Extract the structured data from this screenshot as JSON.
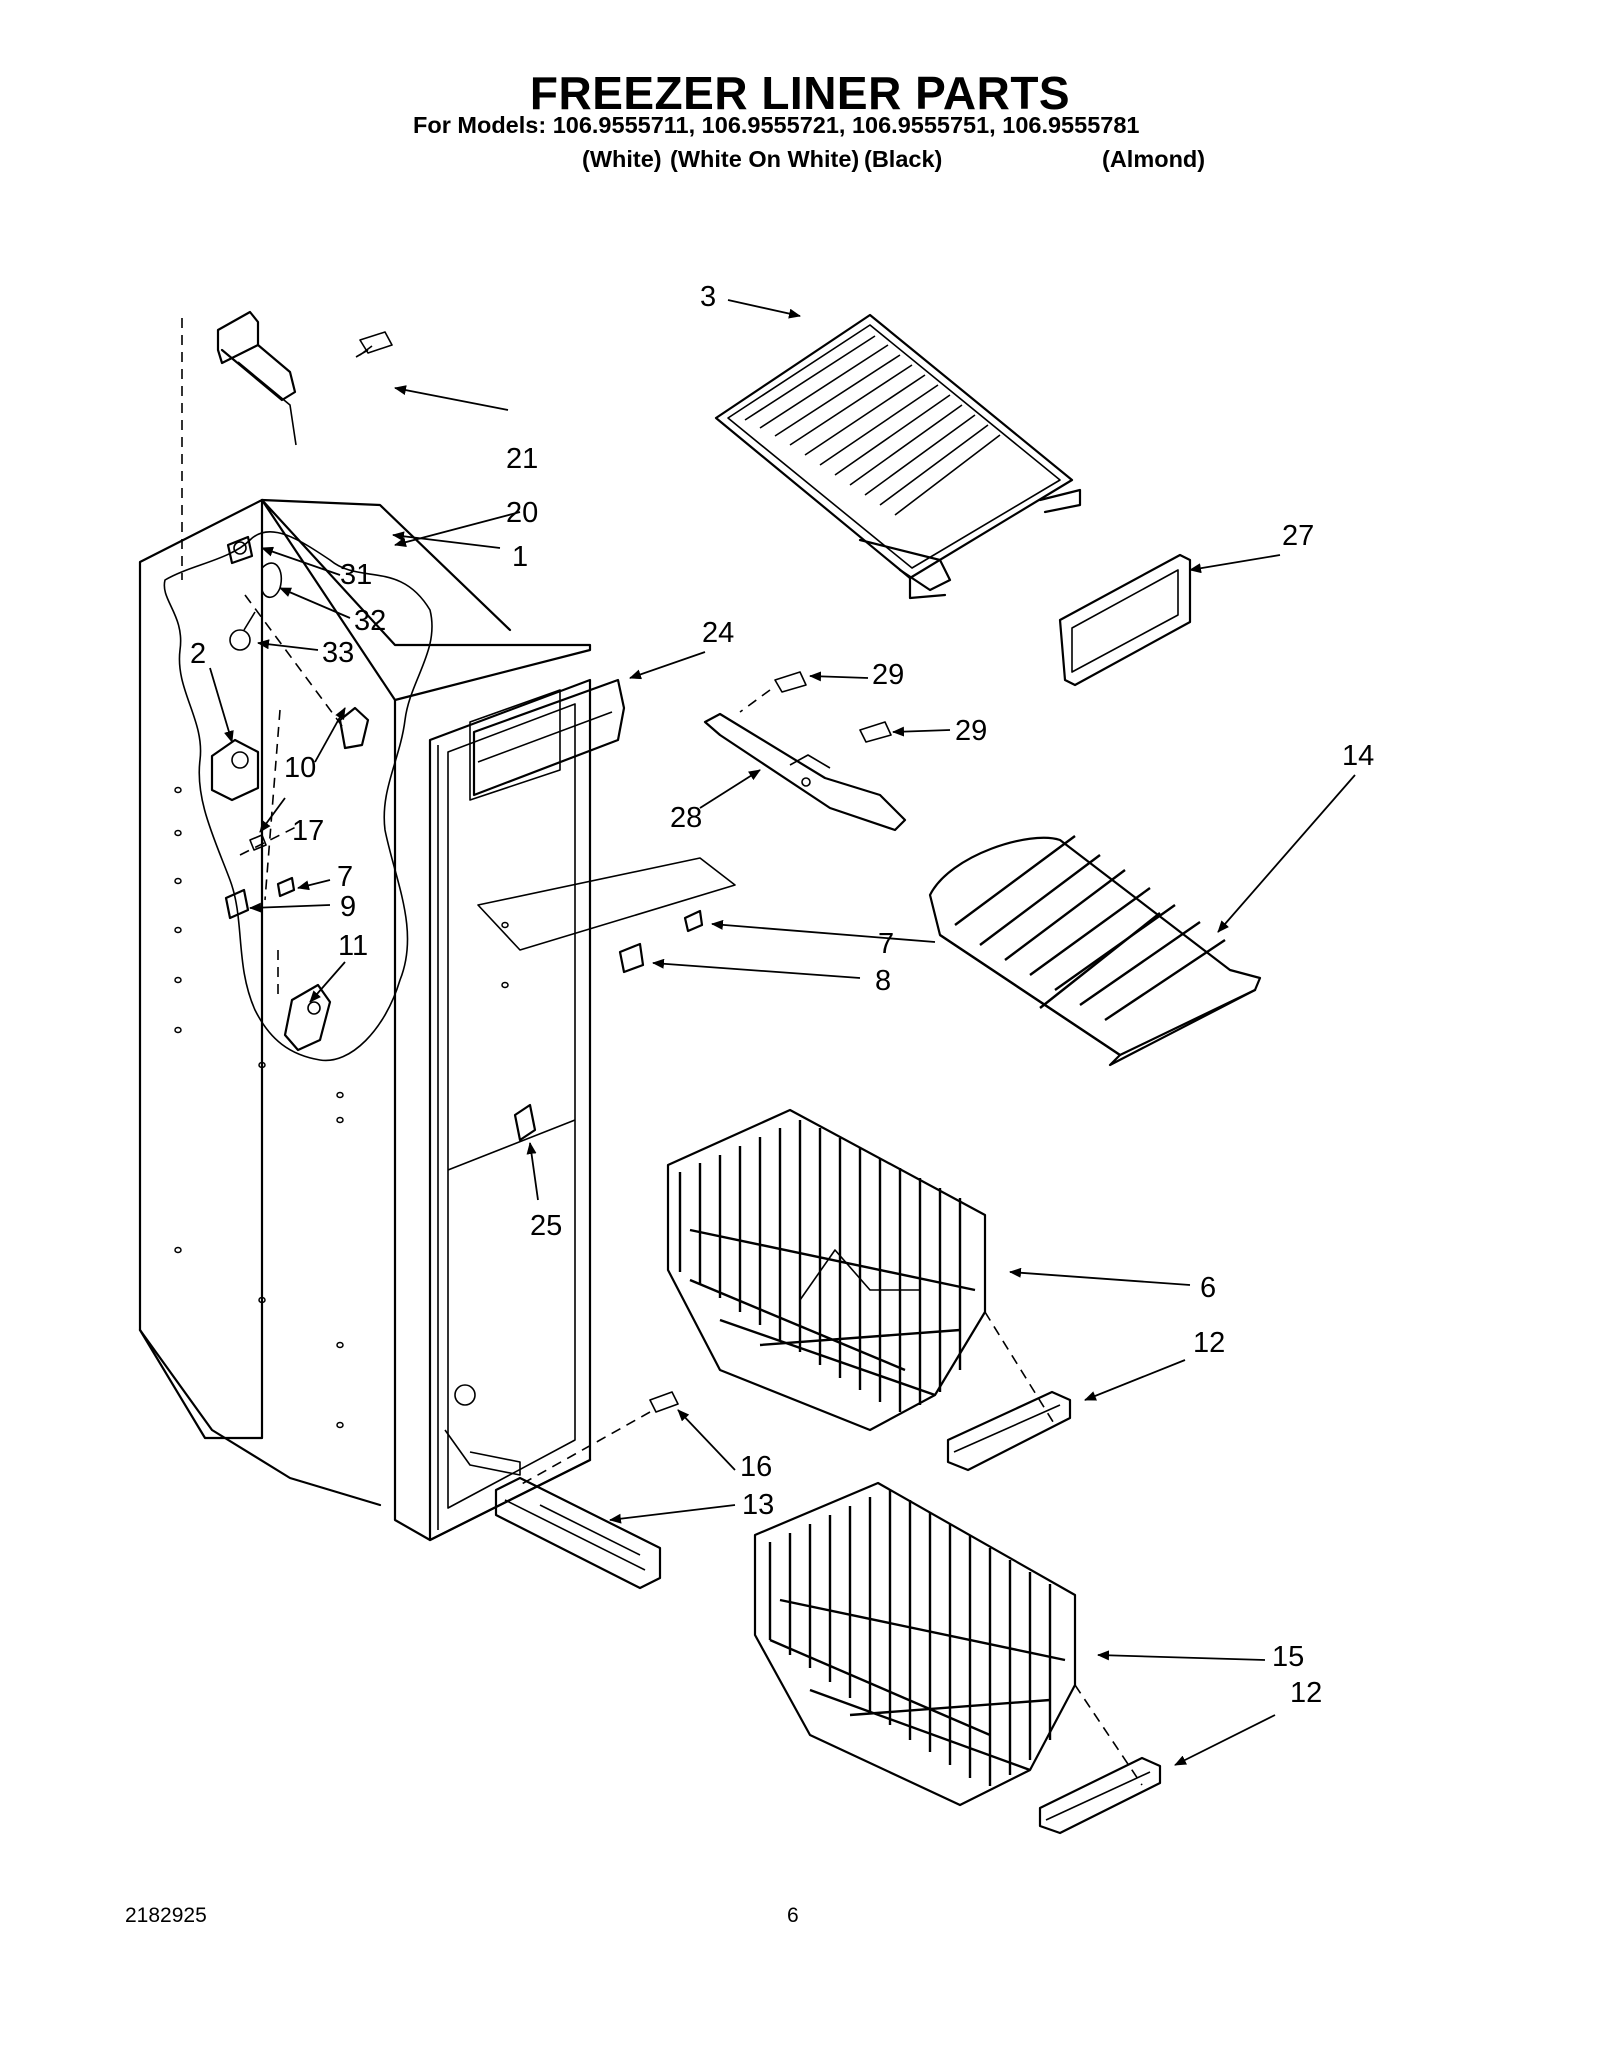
{
  "header": {
    "title": "FREEZER LINER PARTS",
    "models_line": "For Models: 106.9555711, 106.9555721, 106.9555751, 106.9555781",
    "color_white": "(White)",
    "color_white_on_white": "(White On White)",
    "color_black": "(Black)",
    "color_almond": "(Almond)"
  },
  "diagram": {
    "callouts": [
      {
        "label": "1"
      },
      {
        "label": "2"
      },
      {
        "label": "3"
      },
      {
        "label": "6"
      },
      {
        "label": "7"
      },
      {
        "label": "7"
      },
      {
        "label": "8"
      },
      {
        "label": "9"
      },
      {
        "label": "10"
      },
      {
        "label": "11"
      },
      {
        "label": "12"
      },
      {
        "label": "12"
      },
      {
        "label": "13"
      },
      {
        "label": "14"
      },
      {
        "label": "15"
      },
      {
        "label": "16"
      },
      {
        "label": "17"
      },
      {
        "label": "20"
      },
      {
        "label": "21"
      },
      {
        "label": "24"
      },
      {
        "label": "25"
      },
      {
        "label": "27"
      },
      {
        "label": "28"
      },
      {
        "label": "29"
      },
      {
        "label": "29"
      },
      {
        "label": "31"
      },
      {
        "label": "32"
      },
      {
        "label": "33"
      }
    ]
  },
  "footer": {
    "doc_number": "2182925",
    "page_number": "6"
  }
}
